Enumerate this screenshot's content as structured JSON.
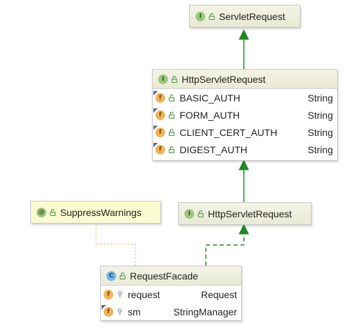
{
  "diagram": {
    "servlet_request": {
      "badge": "I",
      "name": "ServletRequest"
    },
    "http_servlet_request_full": {
      "badge": "I",
      "name": "HttpServletRequest",
      "fields": [
        {
          "badge": "f",
          "name": "BASIC_AUTH",
          "type": "String"
        },
        {
          "badge": "f",
          "name": "FORM_AUTH",
          "type": "String"
        },
        {
          "badge": "f",
          "name": "CLIENT_CERT_AUTH",
          "type": "String"
        },
        {
          "badge": "f",
          "name": "DIGEST_AUTH",
          "type": "String"
        }
      ]
    },
    "suppress_warnings": {
      "badge": "@",
      "name": "SuppressWarnings"
    },
    "http_servlet_request": {
      "badge": "I",
      "name": "HttpServletRequest"
    },
    "request_facade": {
      "badge": "C",
      "name": "RequestFacade",
      "fields": [
        {
          "badge": "f",
          "name": "request",
          "type": "Request"
        },
        {
          "badge": "f",
          "name": "sm",
          "type": "StringManager"
        }
      ]
    }
  },
  "colors": {
    "inheritance_edge": "#1f8a1f",
    "annotation_edge": "#e2cf8a",
    "interface_badge": "#9bc77c",
    "class_badge": "#6fb6e6",
    "field_badge": "#f0b45a"
  },
  "icons": {
    "public": "open-lock-icon",
    "private": "key-icon"
  }
}
